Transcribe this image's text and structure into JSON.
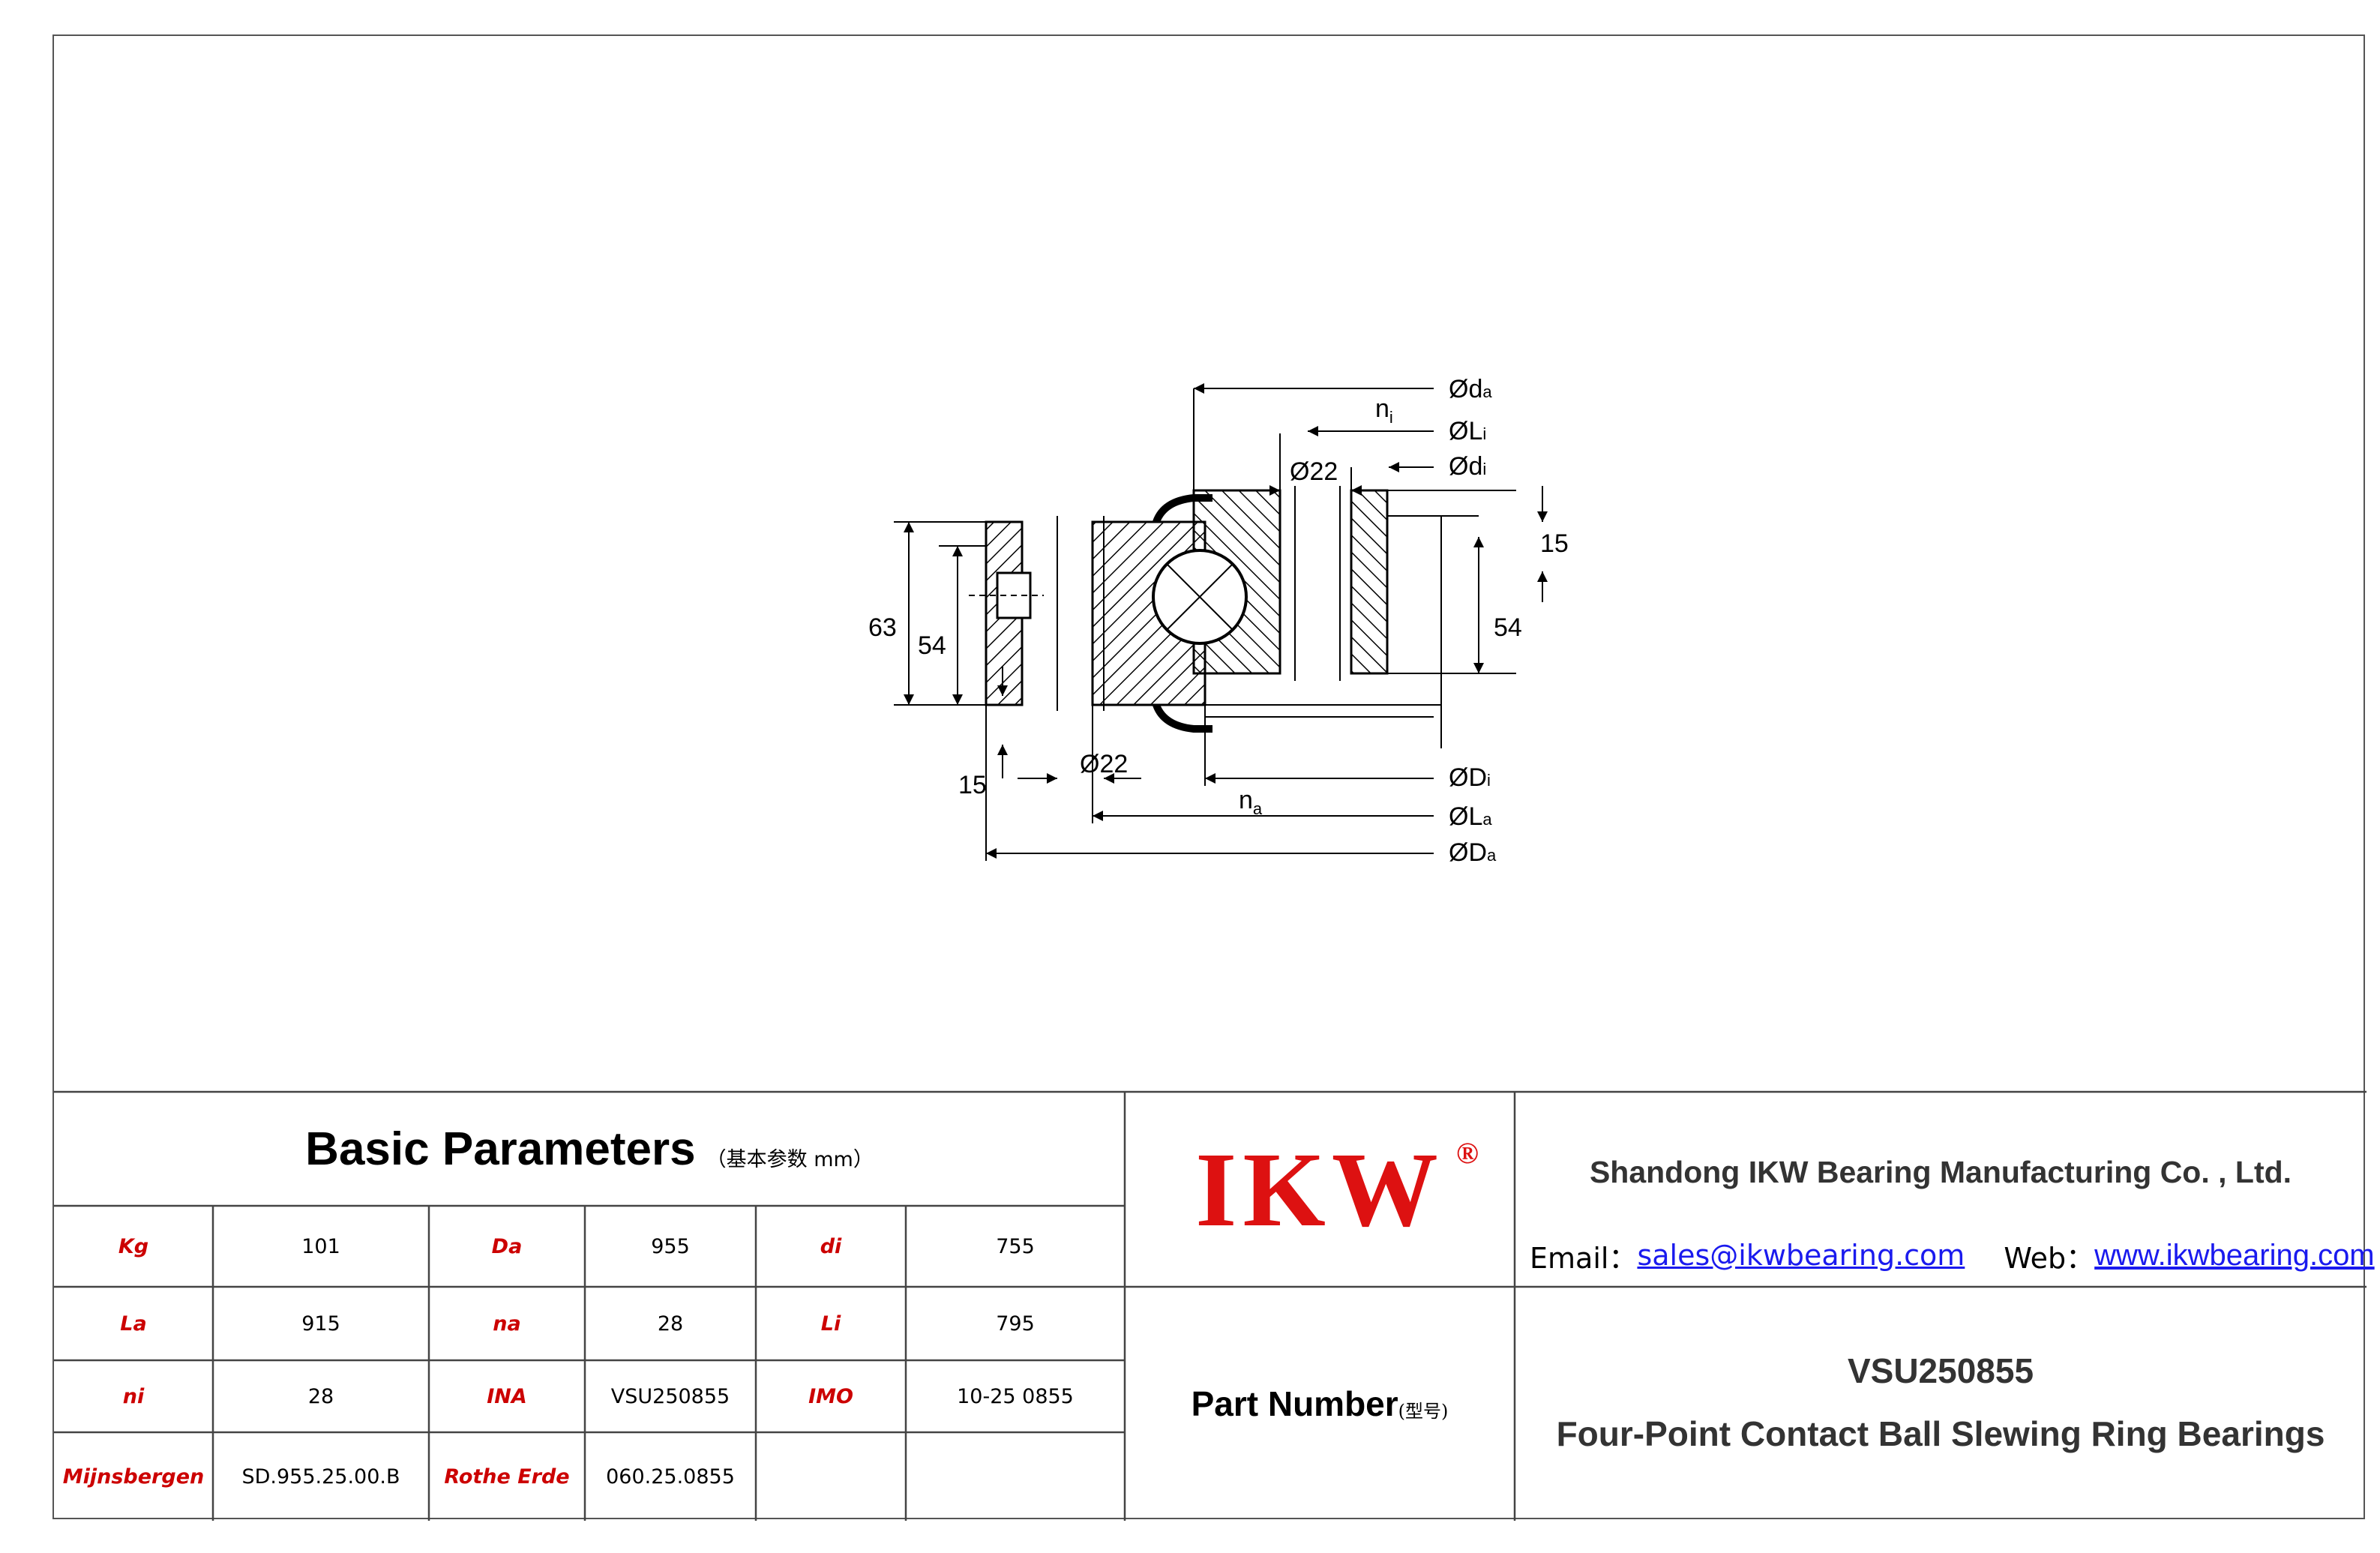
{
  "drawing": {
    "dim_labels": {
      "da": "Ød",
      "da_sub": "a",
      "ni": "n",
      "ni_sub": "i",
      "Li": "ØL",
      "Li_sub": "i",
      "di": "Ød",
      "di_sub": "i",
      "hole_top": "Ø22",
      "right_15": "15",
      "right_54": "54",
      "left_63": "63",
      "left_54": "54",
      "bottom_15": "15",
      "hole_bottom": "Ø22",
      "Di": "ØD",
      "Di_sub": "i",
      "na": "n",
      "na_sub": "a",
      "La": "ØL",
      "La_sub": "a",
      "Da": "ØD",
      "Da_sub": "a"
    }
  },
  "params": {
    "title": "Basic Parameters",
    "subtitle": "（基本参数 mm）",
    "rows": [
      [
        {
          "label": "Kg",
          "value": "101"
        },
        {
          "label": "Da",
          "value": "955"
        },
        {
          "label": "di",
          "value": "755"
        }
      ],
      [
        {
          "label": "La",
          "value": "915"
        },
        {
          "label": "na",
          "value": "28"
        },
        {
          "label": "Li",
          "value": "795"
        }
      ],
      [
        {
          "label": "ni",
          "value": "28"
        },
        {
          "label": "INA",
          "value": "VSU250855"
        },
        {
          "label": "IMO",
          "value": "10-25 0855"
        }
      ],
      [
        {
          "label": "Mijnsbergen",
          "value": "SD.955.25.00.B"
        },
        {
          "label": "Rothe Erde",
          "value": "060.25.0855"
        },
        {
          "label": "",
          "value": ""
        }
      ]
    ]
  },
  "brand": {
    "logo": "IKW",
    "reg": "®"
  },
  "company": {
    "name": "Shandong IKW Bearing Manufacturing Co. , Ltd.",
    "email_label": "Email：",
    "email": "sales@ikwbearing.com",
    "web_label": "Web：",
    "web": "www.ikwbearing.com"
  },
  "part": {
    "label": "Part Number",
    "label_sub": "(型号)",
    "model": "VSU250855",
    "description": "Four-Point Contact Ball Slewing Ring Bearings"
  },
  "colors": {
    "label_red": "#cc0000",
    "logo_red": "#dd1111",
    "link_blue": "#1a1aee",
    "grid": "#444444"
  }
}
